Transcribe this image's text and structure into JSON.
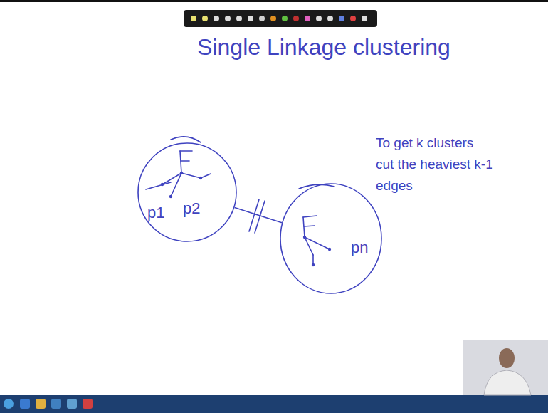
{
  "diagram": {
    "title": "Single Linkage clustering",
    "nodes": [
      {
        "text": [
          "p1",
          "p2"
        ]
      },
      {
        "text": [
          "pn"
        ]
      }
    ],
    "edges": [
      {
        "from": 0,
        "to": 1,
        "arrow": "none"
      }
    ],
    "labels": [
      "To get k clusters cut the heaviest k-1 edges"
    ]
  }
}
